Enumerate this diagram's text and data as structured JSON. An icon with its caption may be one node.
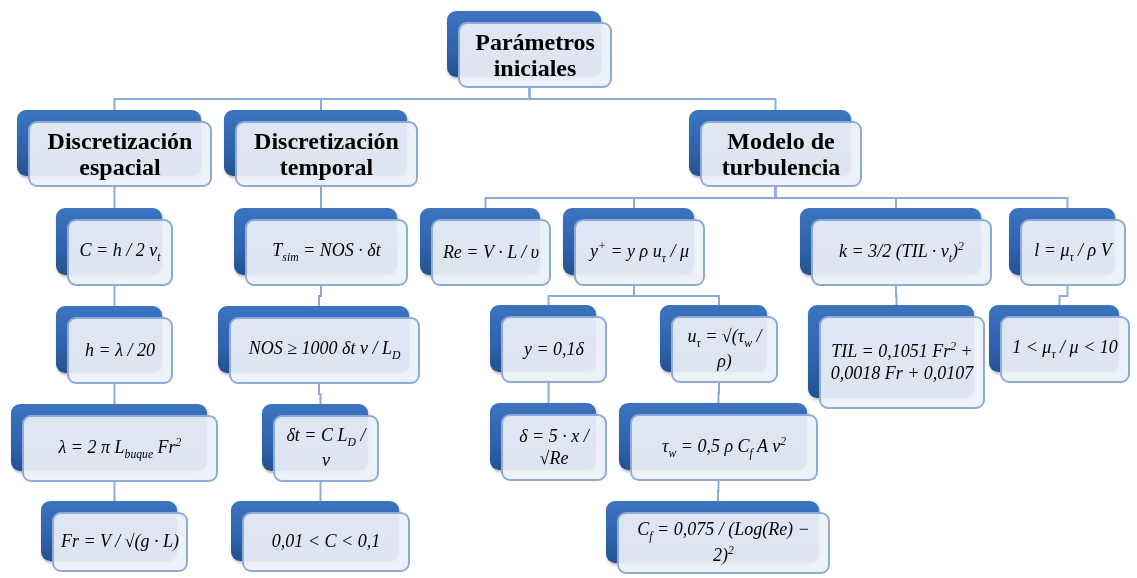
{
  "diagram": {
    "nodes": [
      {
        "text": [
          "Parámetros iniciales"
        ]
      },
      {
        "text": [
          "Discretización espacial"
        ]
      },
      {
        "text": [
          "Discretización temporal"
        ]
      },
      {
        "text": [
          "Modelo de turbulencia"
        ]
      },
      {
        "text": [
          "C = h / 2 v$_{t}$"
        ]
      },
      {
        "text": [
          "h = λ / 20"
        ]
      },
      {
        "text": [
          "λ = 2 π L$_{buque}$ Fr$^{2}$"
        ]
      },
      {
        "text": [
          "Fr = V / √(g · L)"
        ]
      },
      {
        "text": [
          "T$_{sim}$ = NOS · δt"
        ]
      },
      {
        "text": [
          "NOS ≥ 1000 δt v / L$_{D}$"
        ]
      },
      {
        "text": [
          "δt = C L$_{D}$ / v"
        ]
      },
      {
        "text": [
          "0,01 < C < 0,1"
        ]
      },
      {
        "text": [
          "Re = V · L / υ"
        ]
      },
      {
        "text": [
          "y$^{+}$ = y ρ u$_{τ}$ / μ"
        ]
      },
      {
        "text": [
          "k = 3/2 (TIL · v$_{t}$)$^{2}$"
        ]
      },
      {
        "text": [
          "l = μ$_{τ}$ / ρ V"
        ]
      },
      {
        "text": [
          "y = 0,1δ"
        ]
      },
      {
        "text": [
          "u$_{τ}$ = √(τ$_{w}$ / ρ)"
        ]
      },
      {
        "text": [
          "TIL = 0,1051 Fr$^{2}$ + 0,0018 Fr + 0,0107"
        ]
      },
      {
        "text": [
          "1 < μ$_{τ}$ / μ < 10"
        ]
      },
      {
        "text": [
          "δ = 5 · x / √Re"
        ]
      },
      {
        "text": [
          "τ$_{w}$ = 0,5 ρ C$_{f}$ A v$^{2}$"
        ]
      },
      {
        "text": [
          "C$_{f}$ = 0,075 / (Log(Re) − 2)$^{2}$"
        ]
      }
    ],
    "edges": [
      {
        "from": 0,
        "to": 1,
        "arrow": "none"
      },
      {
        "from": 0,
        "to": 2,
        "arrow": "none"
      },
      {
        "from": 0,
        "to": 3,
        "arrow": "none"
      },
      {
        "from": 1,
        "to": 4,
        "arrow": "none"
      },
      {
        "from": 4,
        "to": 5,
        "arrow": "none"
      },
      {
        "from": 5,
        "to": 6,
        "arrow": "none"
      },
      {
        "from": 6,
        "to": 7,
        "arrow": "none"
      },
      {
        "from": 2,
        "to": 8,
        "arrow": "none"
      },
      {
        "from": 8,
        "to": 9,
        "arrow": "none"
      },
      {
        "from": 9,
        "to": 10,
        "arrow": "none"
      },
      {
        "from": 10,
        "to": 11,
        "arrow": "none"
      },
      {
        "from": 3,
        "to": 12,
        "arrow": "none"
      },
      {
        "from": 3,
        "to": 13,
        "arrow": "none"
      },
      {
        "from": 3,
        "to": 14,
        "arrow": "none"
      },
      {
        "from": 3,
        "to": 15,
        "arrow": "none"
      },
      {
        "from": 13,
        "to": 16,
        "arrow": "none"
      },
      {
        "from": 13,
        "to": 17,
        "arrow": "none"
      },
      {
        "from": 14,
        "to": 18,
        "arrow": "none"
      },
      {
        "from": 15,
        "to": 19,
        "arrow": "none"
      },
      {
        "from": 16,
        "to": 20,
        "arrow": "none"
      },
      {
        "from": 17,
        "to": 21,
        "arrow": "none"
      },
      {
        "from": 21,
        "to": 22,
        "arrow": "none"
      }
    ]
  }
}
